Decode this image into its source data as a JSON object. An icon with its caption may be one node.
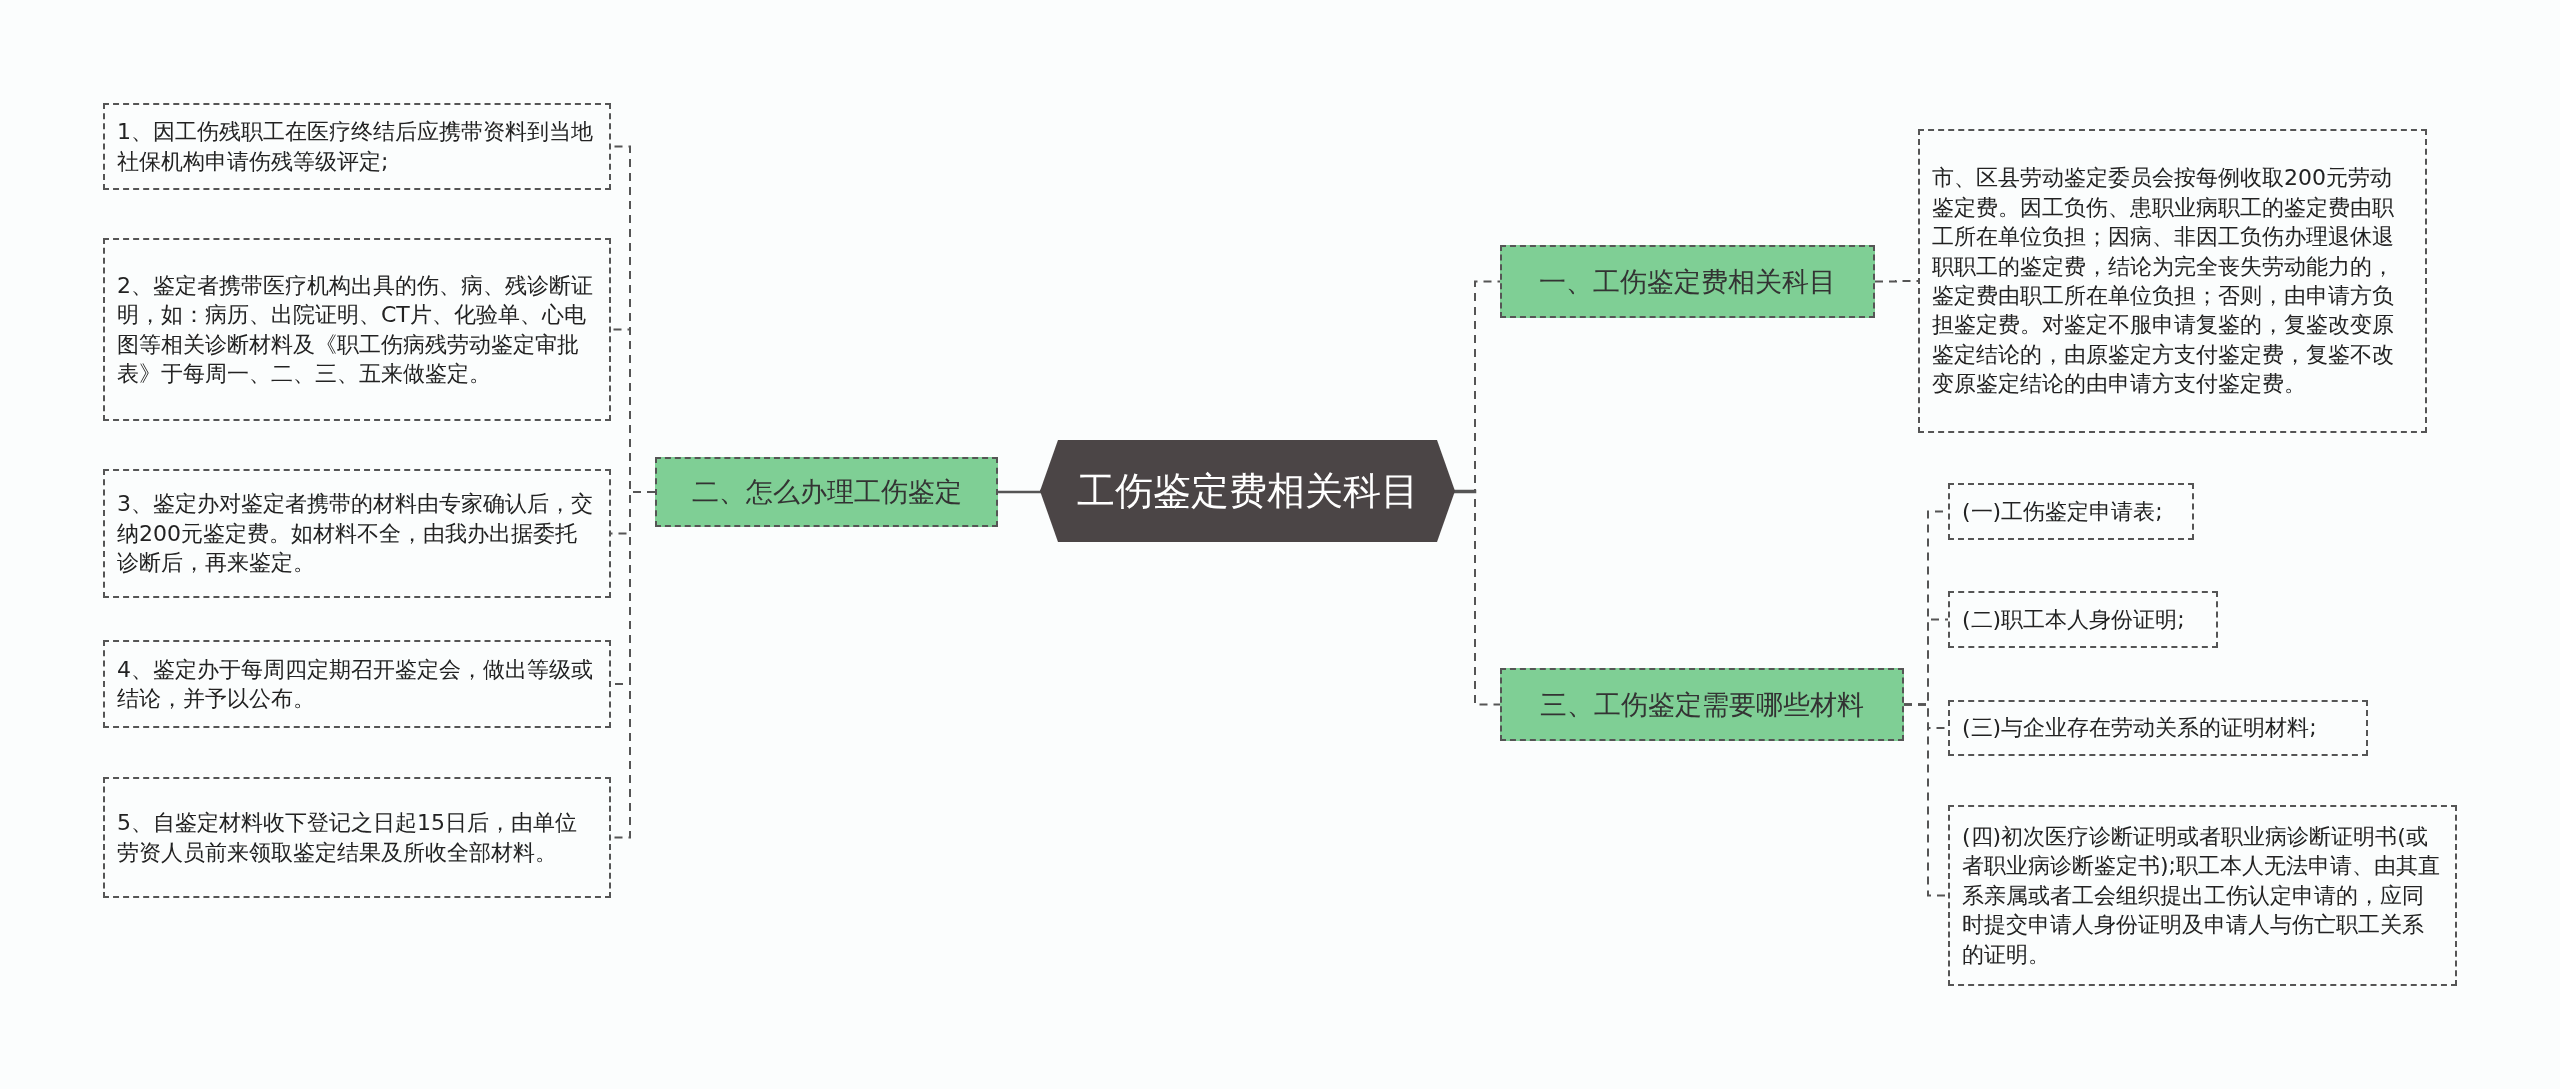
{
  "diagram": {
    "nodes": [
      {
        "text": [
          "工伤鉴定费相关科目"
        ]
      },
      {
        "text": [
          "一、工伤鉴定费相关科目"
        ]
      },
      {
        "text": [
          "市、区县劳动鉴定委员会按每例收取200元劳动鉴定费。因工负伤、患职业病职工的鉴定费由职工所在单位负担；因病、非因工负伤办理退休退职职工的鉴定费，结论为完全丧失劳动能力的，鉴定费由职工所在单位负担；否则，由申请方负担鉴定费。对鉴定不服申请复鉴的，复鉴改变原鉴定结论的，由原鉴定方支付鉴定费，复鉴不改变原鉴定结论的由申请方支付鉴定费。"
        ]
      },
      {
        "text": [
          "三、工伤鉴定需要哪些材料"
        ]
      },
      {
        "text": [
          "(一)工伤鉴定申请表;"
        ]
      },
      {
        "text": [
          "(二)职工本人身份证明;"
        ]
      },
      {
        "text": [
          "(三)与企业存在劳动关系的证明材料;"
        ]
      },
      {
        "text": [
          "(四)初次医疗诊断证明或者职业病诊断证明书(或者职业病诊断鉴定书);职工本人无法申请、由其直系亲属或者工会组织提出工伤认定申请的，应同时提交申请人身份证明及申请人与伤亡职工关系的证明。"
        ]
      },
      {
        "text": [
          "二、怎么办理工伤鉴定"
        ]
      },
      {
        "text": [
          "1、因工伤残职工在医疗终结后应携带资料到当地社保机构申请伤残等级评定;"
        ]
      },
      {
        "text": [
          "2、鉴定者携带医疗机构出具的伤、病、残诊断证明，如：病历、出院证明、CT片、化验单、心电图等相关诊断材料及《职工伤病残劳动鉴定审批表》于每周一、二、三、五来做鉴定。"
        ]
      },
      {
        "text": [
          "3、鉴定办对鉴定者携带的材料由专家确认后，交纳200元鉴定费。如材料不全，由我办出据委托诊断后，再来鉴定。"
        ]
      },
      {
        "text": [
          "4、鉴定办于每周四定期召开鉴定会，做出等级或结论，并予以公布。"
        ]
      },
      {
        "text": [
          "5、自鉴定材料收下登记之日起15日后，由单位劳资人员前来领取鉴定结果及所收全部材料。"
        ]
      }
    ],
    "edges": [
      {
        "from": 0,
        "to": 1,
        "arrow": "none",
        "style": "dashed"
      },
      {
        "from": 0,
        "to": 3,
        "arrow": "none",
        "style": "dashed"
      },
      {
        "from": 1,
        "to": 2,
        "arrow": "none",
        "style": "dashed"
      },
      {
        "from": 3,
        "to": 4,
        "arrow": "none",
        "style": "dashed"
      },
      {
        "from": 3,
        "to": 5,
        "arrow": "none",
        "style": "dashed"
      },
      {
        "from": 3,
        "to": 6,
        "arrow": "none",
        "style": "dashed"
      },
      {
        "from": 3,
        "to": 7,
        "arrow": "none",
        "style": "dashed"
      },
      {
        "from": 0,
        "to": 8,
        "arrow": "none"
      },
      {
        "from": 8,
        "to": 9,
        "arrow": "none",
        "style": "dashed"
      },
      {
        "from": 8,
        "to": 10,
        "arrow": "none",
        "style": "dashed"
      },
      {
        "from": 8,
        "to": 11,
        "arrow": "none",
        "style": "dashed"
      },
      {
        "from": 8,
        "to": 12,
        "arrow": "none",
        "style": "dashed"
      },
      {
        "from": 8,
        "to": 13,
        "arrow": "none",
        "style": "dashed"
      }
    ]
  }
}
